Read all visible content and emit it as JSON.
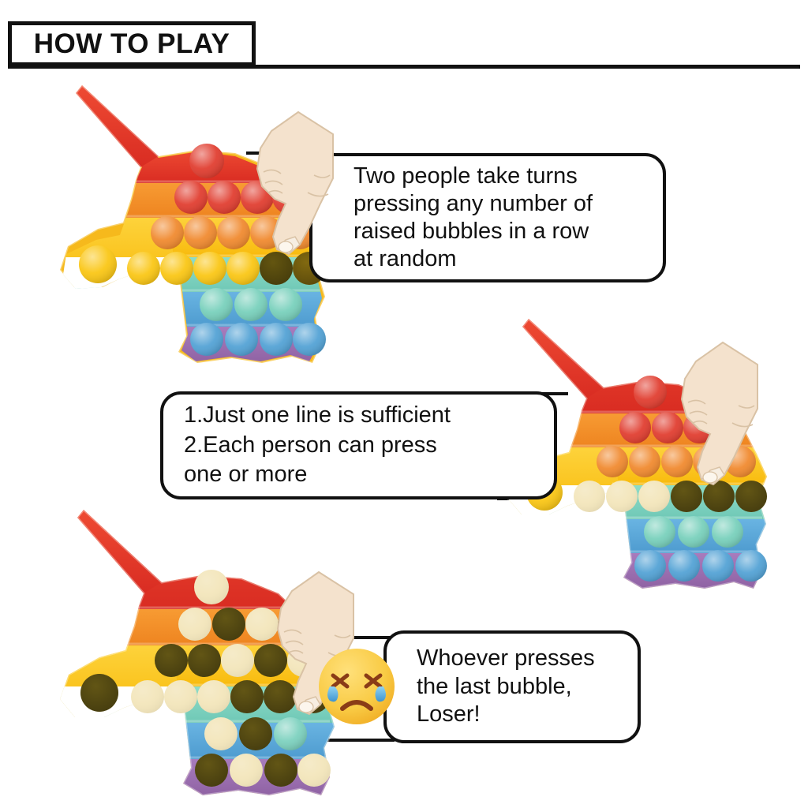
{
  "header": {
    "title": "HOW TO PLAY"
  },
  "steps": [
    {
      "id": "step-1",
      "text": "Two people take turns\npressing any number of\nraised bubbles in a row\nat random",
      "toy_state": "one-bubble-pressed",
      "hand": "pointing-hand-icon"
    },
    {
      "id": "step-2",
      "text": "1.Just one line is sufficient\n2.Each person can press\n   one or more",
      "toy_state": "row-partially-pressed",
      "hand": "pointing-hand-icon"
    },
    {
      "id": "step-3",
      "text": "Whoever presses\nthe last bubble,\nLoser!",
      "toy_state": "mostly-pressed",
      "hand": "pointing-hand-icon",
      "emoji": "crying-face-emoji"
    }
  ],
  "toy": {
    "name": "unicorn-pop-it-fidget-toy",
    "rows": [
      {
        "color_name": "red",
        "hex": "#E73B2B",
        "bubbles": 4
      },
      {
        "color_name": "orange",
        "hex": "#F4912B",
        "bubbles": 5
      },
      {
        "color_name": "yellow",
        "hex": "#FBC617",
        "bubbles": 6
      },
      {
        "color_name": "teal",
        "hex": "#7FD4C1",
        "bubbles": 3
      },
      {
        "color_name": "blue",
        "hex": "#5BA9DA",
        "bubbles": 4
      },
      {
        "color_name": "purple",
        "hex": "#9C6FB0",
        "bubbles": 4
      }
    ],
    "horn_hex": "#E73B2B",
    "pressed_hex": "#F2E7BE",
    "pressed_dark_hex": "#8A7A2A"
  },
  "colors": {
    "outline": "#111111",
    "background": "#FFFFFF",
    "skin": "#F2DFC8",
    "emoji_yellow": "#F7CB46",
    "emoji_tear": "#5AADE0"
  }
}
